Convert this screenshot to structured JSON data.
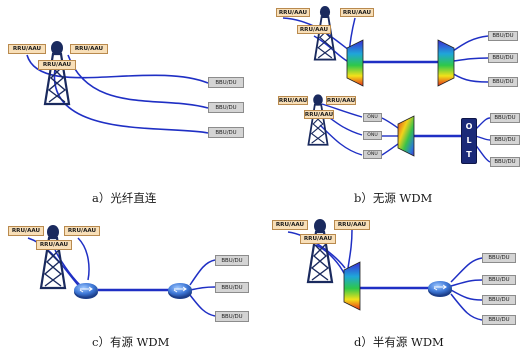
{
  "labels": {
    "rru": "RRU/AAU",
    "bbu": "BBU/DU",
    "onu": "ONU"
  },
  "olt_letters": [
    "O",
    "L",
    "T"
  ],
  "captions": {
    "a": "a）光纤直连",
    "b": "b）无源 WDM",
    "c": "c）有源 WDM",
    "d": "d）半有源 WDM"
  },
  "colors": {
    "fiber": "#1f2fc4",
    "tower": "#1a2a5e",
    "rru_fill": "#f8dfb8",
    "bbu_fill": "#d4d4d4",
    "olt": "#1b2a78"
  }
}
